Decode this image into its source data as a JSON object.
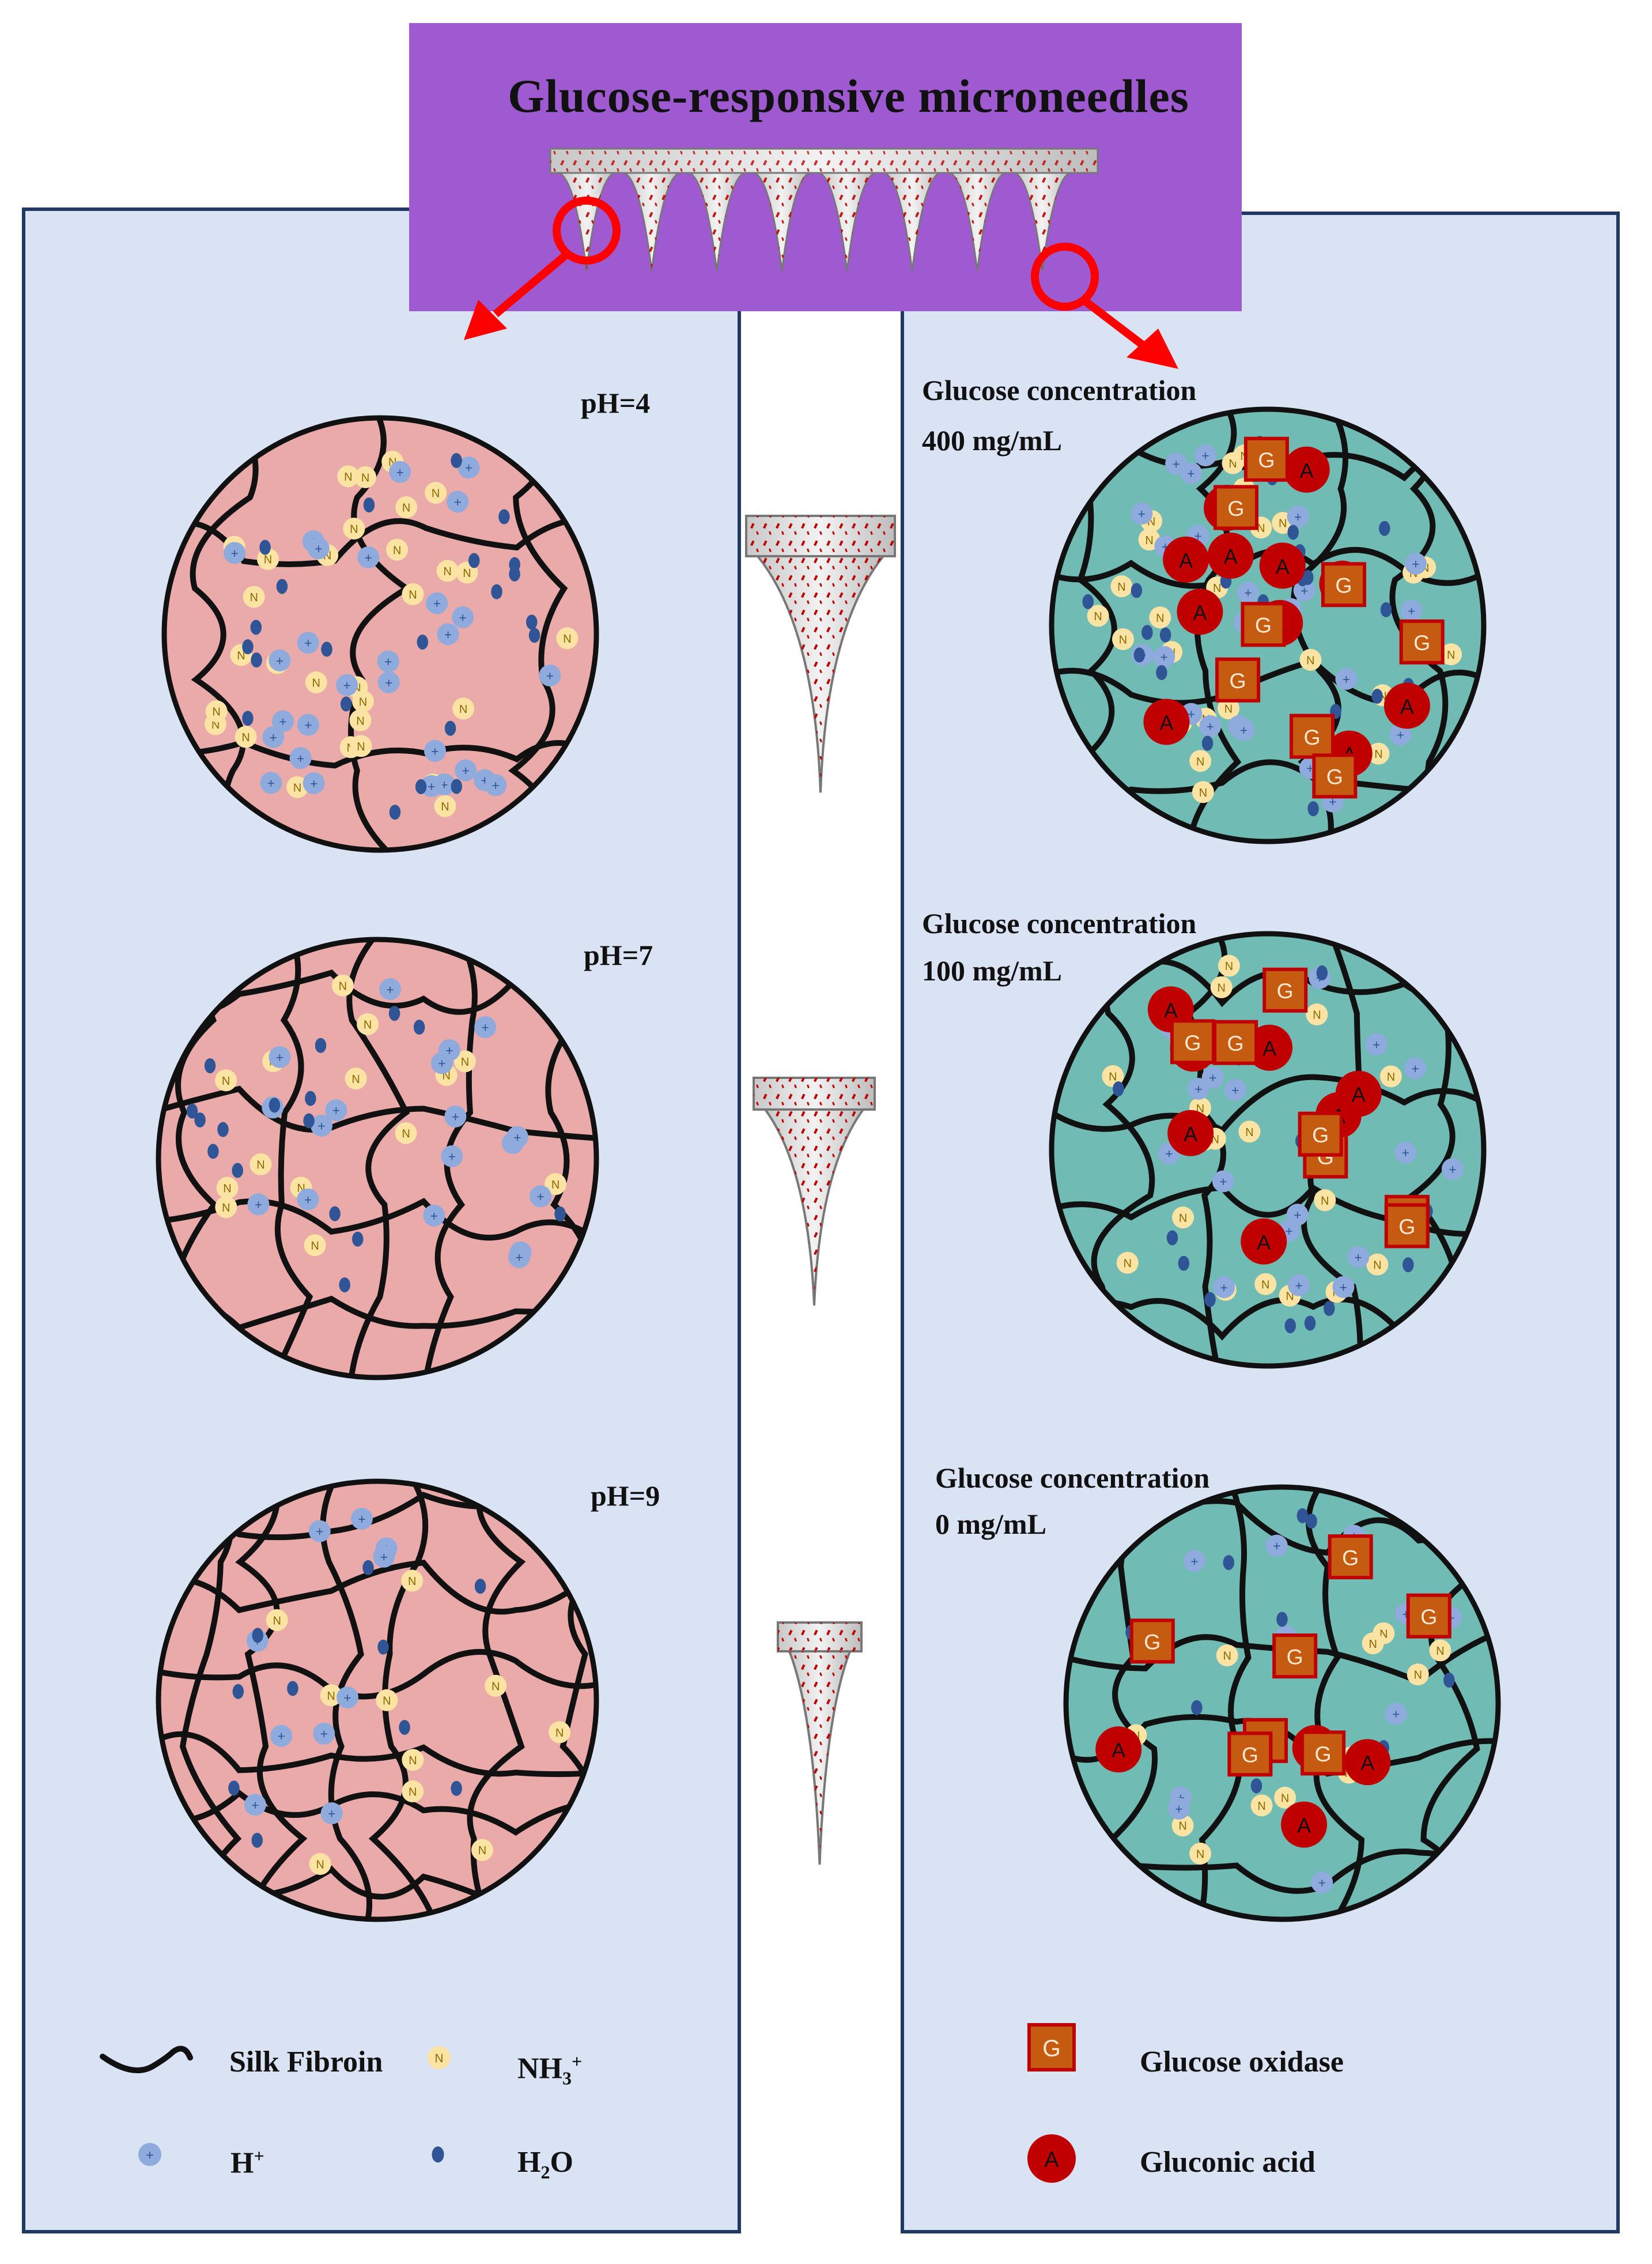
{
  "title": "Glucose-responsive microneedles",
  "left_panel": {
    "circles": [
      {
        "label": "pH=4"
      },
      {
        "label": "pH=7"
      },
      {
        "label": "pH=9"
      }
    ],
    "legend": {
      "silk_fibroin": "Silk Fibroin",
      "nh3": "NH",
      "nh3_sub": "3",
      "nh3_sup": "+",
      "h_plus": "H",
      "h_plus_sup": "+",
      "h2o": "H",
      "h2o_sub": "2",
      "h2o_tail": "O"
    }
  },
  "right_panel": {
    "circles": [
      {
        "line1": "Glucose concentration",
        "line2": "400 mg/mL"
      },
      {
        "line1": "Glucose concentration",
        "line2": "100 mg/mL"
      },
      {
        "line1": "Glucose concentration",
        "line2": "0 mg/mL"
      }
    ],
    "legend": {
      "glucose_oxidase": "Glucose oxidase",
      "gluconic_acid": "Gluconic acid"
    }
  },
  "marker_letters": {
    "nh3": "N",
    "h_plus": "+",
    "oxidase": "G",
    "acid": "A"
  },
  "colors": {
    "panel_bg": "#dae3f3",
    "panel_border": "#1f3864",
    "title_bg": "#9f5ad1",
    "ph_circle_fill": "#eaaaa9",
    "glucose_circle_fill": "#70bbb3",
    "nh3": "#fbe3a3",
    "h_plus": "#8faadc",
    "h2o": "#2f5597",
    "oxidase_fill": "#c55a11",
    "oxidase_border": "#c00000",
    "acid": "#c00000",
    "highlight_ring": "#ff0000"
  }
}
